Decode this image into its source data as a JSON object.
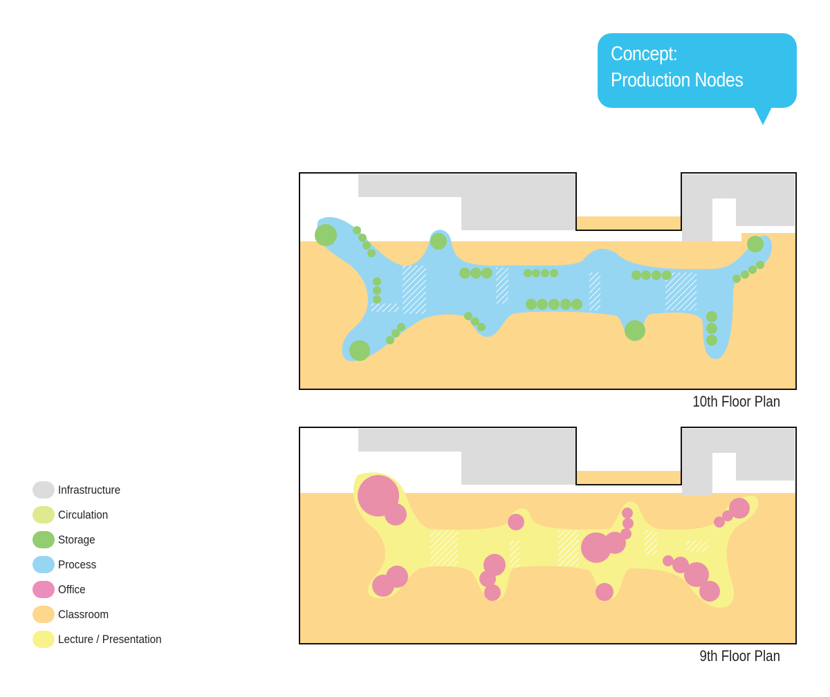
{
  "concept": {
    "line1": "Concept:",
    "line2": "Production Nodes",
    "color": "#36c1ec"
  },
  "plans": {
    "floor10": {
      "label": "10th Floor Plan"
    },
    "floor9": {
      "label": "9th Floor Plan"
    }
  },
  "legend": [
    {
      "label": "Infrastructure",
      "color": "#dcdcdc"
    },
    {
      "label": "Circulation",
      "color": "#dfe98d"
    },
    {
      "label": "Storage",
      "color": "#92cd6f"
    },
    {
      "label": "Process",
      "color": "#97d6f2"
    },
    {
      "label": "Office",
      "color": "#ec8dbb"
    },
    {
      "label": "Classroom",
      "color": "#fdd78c"
    },
    {
      "label": "Lecture / Presentation",
      "color": "#f8f28c"
    }
  ]
}
